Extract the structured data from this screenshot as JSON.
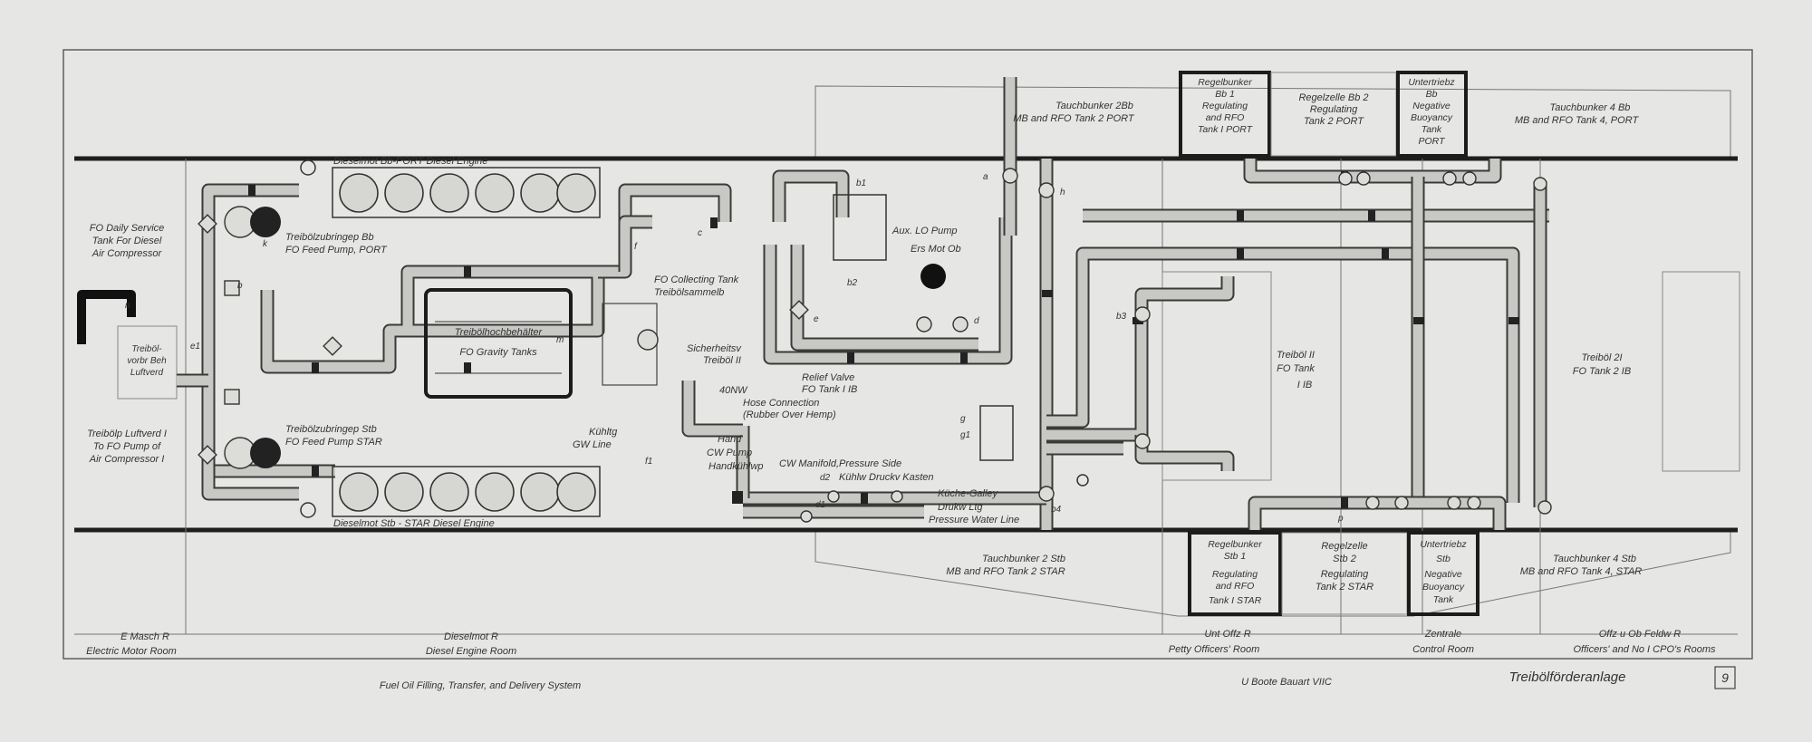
{
  "title": "Treibölförderanlage",
  "caption_en": "Fuel Oil Filling, Transfer, and Delivery System",
  "boat_type": "U Boote Bauart VIIC",
  "page_number": "9",
  "rooms": {
    "electric_motor": {
      "de": "E Masch R",
      "en": "Electric Motor Room"
    },
    "diesel_engine": {
      "de": "Dieselmot R",
      "en": "Diesel Engine Room"
    },
    "petty_officers": {
      "de": "Unt Offz R",
      "en": "Petty Officers' Room"
    },
    "control": {
      "de": "Zentrale",
      "en": "Control Room"
    },
    "officers": {
      "de": "Offz u Ob Feldw R",
      "en": "Officers' and No I CPO's Rooms"
    }
  },
  "engines": {
    "port": "Dieselmot Bb-PORT Diesel Engine",
    "star": "Dieselmot Stb - STAR Diesel Engine"
  },
  "pumps": {
    "bb_de": "Treibölzubringep Bb",
    "bb_en": "FO Feed Pump, PORT",
    "stb_de": "Treibölzubringep Stb",
    "stb_en": "FO Feed Pump STAR"
  },
  "fo_daily": [
    "FO Daily Service",
    "Tank For Diesel",
    "Air Compressor"
  ],
  "compressor_tank": [
    "Treiböl-",
    "vorbr Beh",
    "Luftverd"
  ],
  "compressor_pump": [
    "Treibölp Luftverd I",
    "To FO Pump of",
    "Air Compressor I"
  ],
  "gravity_tanks": {
    "de": "Treibölhochbehälter",
    "en": "FO Gravity Tanks"
  },
  "collecting_tank": {
    "en": "FO Collecting Tank",
    "de": "Treibölsammelb"
  },
  "safety_valve": [
    "Sicherheitsv",
    "Treiböl II"
  ],
  "relief_valve": [
    "Relief Valve",
    "FO Tank I IB"
  ],
  "hose": {
    "size": "40NW",
    "l1": "Hose Connection",
    "l2": "(Rubber Over Hemp)"
  },
  "cooling": {
    "de": "Kühltg",
    "en": "GW Line"
  },
  "aux_lo_pump": "Aux. LO Pump",
  "ers_mot": "Ers Mot Ob",
  "hand_pump": [
    "Hand",
    "CW Pump",
    "Handkühlwp"
  ],
  "manifold": {
    "en": "CW Manifold,Pressure Side",
    "de": "Kühlw Druckv Kasten"
  },
  "galley": "Küche-Galley",
  "pressure_water": {
    "de": "Drukw Ltg",
    "en": "Pressure Water Line"
  },
  "tanks_top": {
    "tb2": [
      "Tauchbunker 2Bb",
      "MB and RFO Tank 2 PORT"
    ],
    "rb1": [
      "Regelbunker",
      "Bb 1",
      "Regulating",
      "and RFO",
      "Tank I PORT"
    ],
    "rz2": [
      "Regelzelle Bb 2",
      "Regulating",
      "Tank 2 PORT"
    ],
    "ut": [
      "Untertriebz",
      "Bb",
      "Negative",
      "Buoyancy",
      "Tank",
      "PORT"
    ],
    "tb4": [
      "Tauchbunker 4 Bb",
      "MB and RFO Tank 4, PORT"
    ]
  },
  "tanks_bottom": {
    "tb2": [
      "Tauchbunker 2 Stb",
      "MB and RFO Tank 2 STAR"
    ],
    "rb1": [
      "Regelbunker",
      "Stb 1",
      "Regulating",
      "and RFO",
      "Tank I STAR"
    ],
    "rz2": [
      "Regelzelle",
      "Stb 2",
      "Regulating",
      "Tank 2 STAR"
    ],
    "ut": [
      "Untertriebz",
      "Stb",
      "Negative",
      "Buoyancy",
      "Tank"
    ],
    "tb4": [
      "Tauchbunker 4 Stb",
      "MB and RFO Tank 4, STAR"
    ]
  },
  "fo_tank_1": [
    "Treiböl II",
    "FO Tank",
    "I IB"
  ],
  "fo_tank_2": [
    "Treiböl 2I",
    "FO Tank 2 IB"
  ],
  "valve_marks": [
    "a",
    "b",
    "b1",
    "b2",
    "b3",
    "b4",
    "c",
    "d",
    "d1",
    "d2",
    "e",
    "e1",
    "f",
    "f1",
    "g",
    "g1",
    "h",
    "k",
    "m",
    "n",
    "p"
  ]
}
